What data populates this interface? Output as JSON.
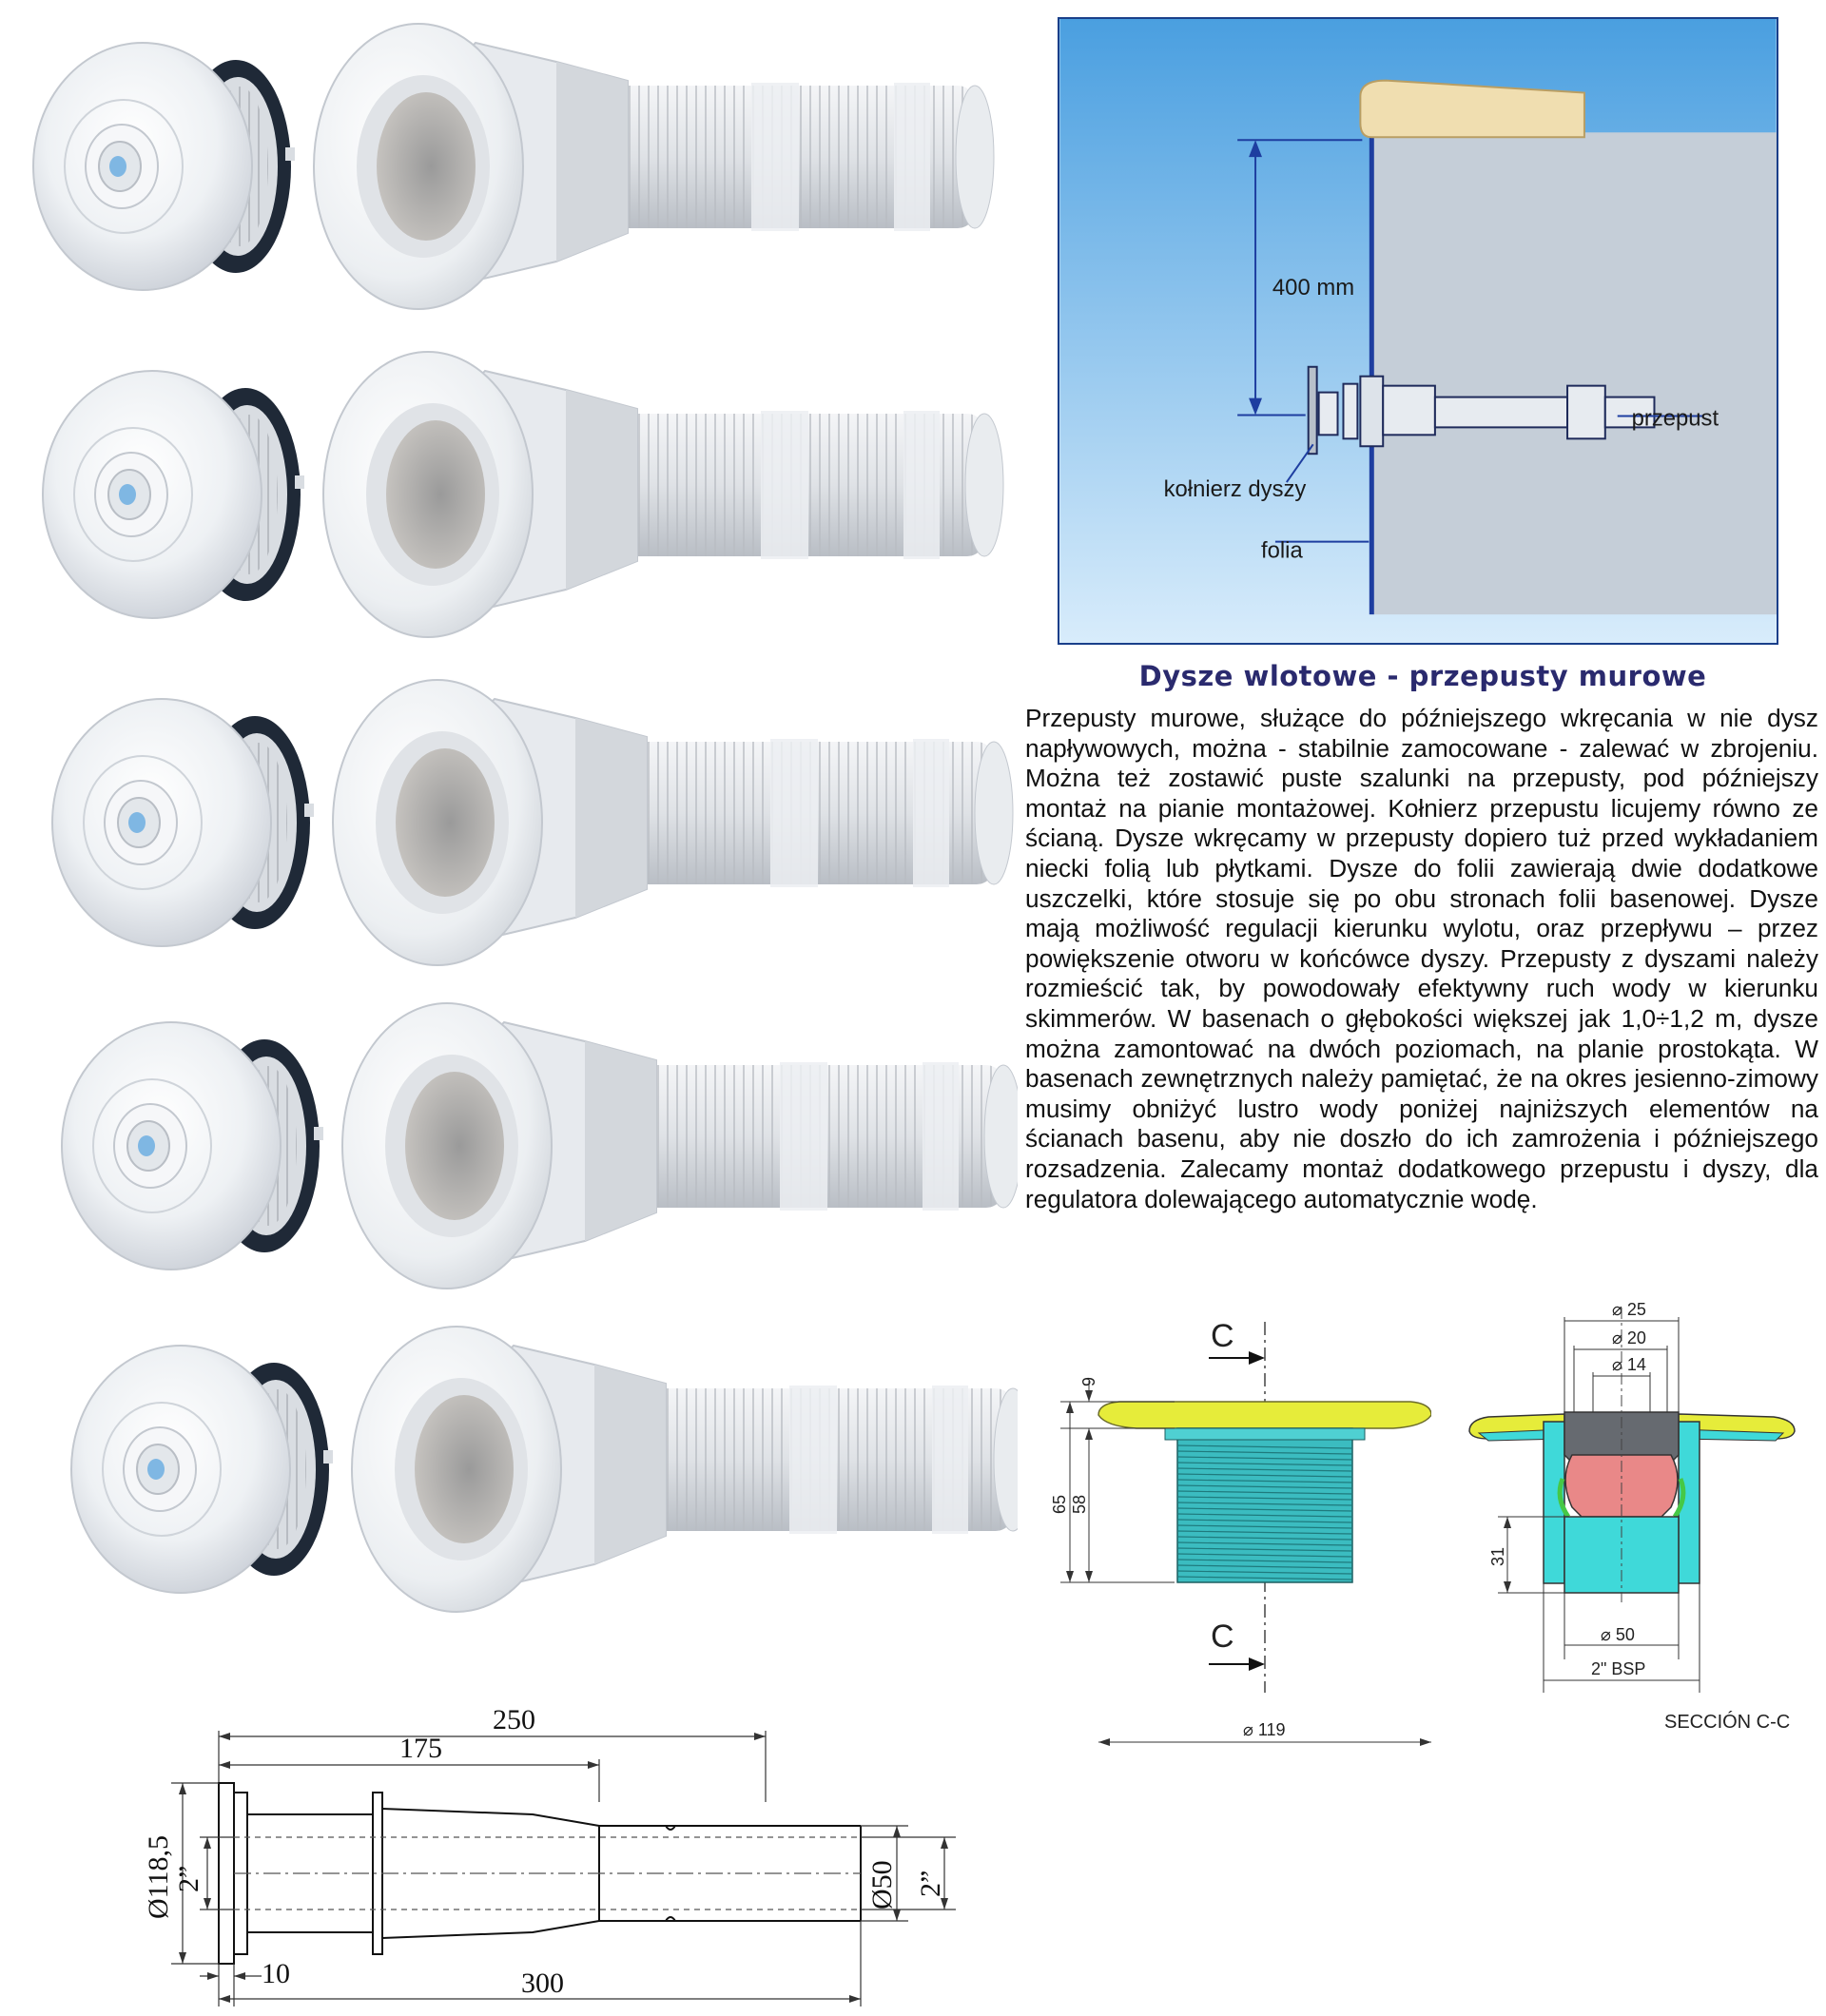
{
  "products": {
    "rows": [
      {
        "item": "nozzle-and-wall-passage"
      },
      {
        "item": "nozzle-and-wall-passage"
      },
      {
        "item": "nozzle-and-wall-passage"
      },
      {
        "item": "nozzle-and-wall-passage"
      },
      {
        "item": "nozzle-and-wall-passage"
      }
    ],
    "colors": {
      "plastic": "#eef1f4",
      "gasket": "#1f2937",
      "shade": "#c7ccd2"
    }
  },
  "pool_diagram": {
    "height_label": "400 mm",
    "passage_label": "przepust",
    "flange_label": "kołnierz dyszy",
    "foil_label": "folia",
    "colors": {
      "water_top": "#4a9fe0",
      "water_bottom": "#d8ecfb",
      "wall": "#c5ced8",
      "coping": "#f0deb0"
    }
  },
  "title": "Dysze wlotowe - przepusty murowe",
  "body": "Przepusty murowe, służące do późniejszego wkręcania w nie dysz napływowych, można - stabilnie zamocowane - zalewać w zbrojeniu. Można też zostawić puste szalunki na przepusty, pod późniejszy montaż na pianie montażowej. Kołnierz przepustu licujemy równo ze ścianą. Dysze wkręcamy w przepusty dopiero tuż przed wykładaniem niecki folią lub płytkami. Dysze do folii zawierają dwie dodatkowe uszczelki, które stosuje się po obu stronach folii basenowej. Dysze mają możliwość regulacji kierunku wylotu, oraz przepływu – przez powiększenie otworu w końcówce dyszy. Przepusty z dyszami należy rozmieścić tak, by powodowały efektywny ruch wody w kierunku skimmerów. W basenach o głębokości większej jak 1,0÷1,2 m, dysze można zamontować na dwóch poziomach, na planie prostokąta. W basenach zewnętrznych należy pamiętać, że na okres jesienno-zimowy musimy obniżyć lustro wody poniżej najniższych elementów na ścianach basenu, aby nie doszło do ich zamrożenia i późniejszego rozsadzenia. Zalecamy montaż dodatkowego przepustu i dyszy, dla regulatora dolewającego automatycznie wodę.",
  "nozzle_drawing": {
    "section_marker_top": "C",
    "section_marker_bottom": "C",
    "dim_9": "9",
    "dim_65": "65",
    "dim_58": "58",
    "dim_diameter_119": "⌀ 119"
  },
  "section_drawing": {
    "dim_25": "⌀ 25",
    "dim_20": "⌀ 20",
    "dim_14": "⌀ 14",
    "dim_31": "31",
    "dim_50": "⌀ 50",
    "dim_bsp": "2\" BSP",
    "caption": "SECCIÓN C-C",
    "colors": {
      "flange": "#e6ec3a",
      "body": "#3fd9d9",
      "insert": "#e98888",
      "dark": "#666a70"
    }
  },
  "passage_drawing": {
    "dim_250": "250",
    "dim_175": "175",
    "dim_diameter_118": "Ø118,5",
    "dim_2in_left": "2”",
    "dim_diameter_50": "Ø50",
    "dim_2in_right": "2”",
    "dim_10": "10",
    "dim_300": "300"
  }
}
